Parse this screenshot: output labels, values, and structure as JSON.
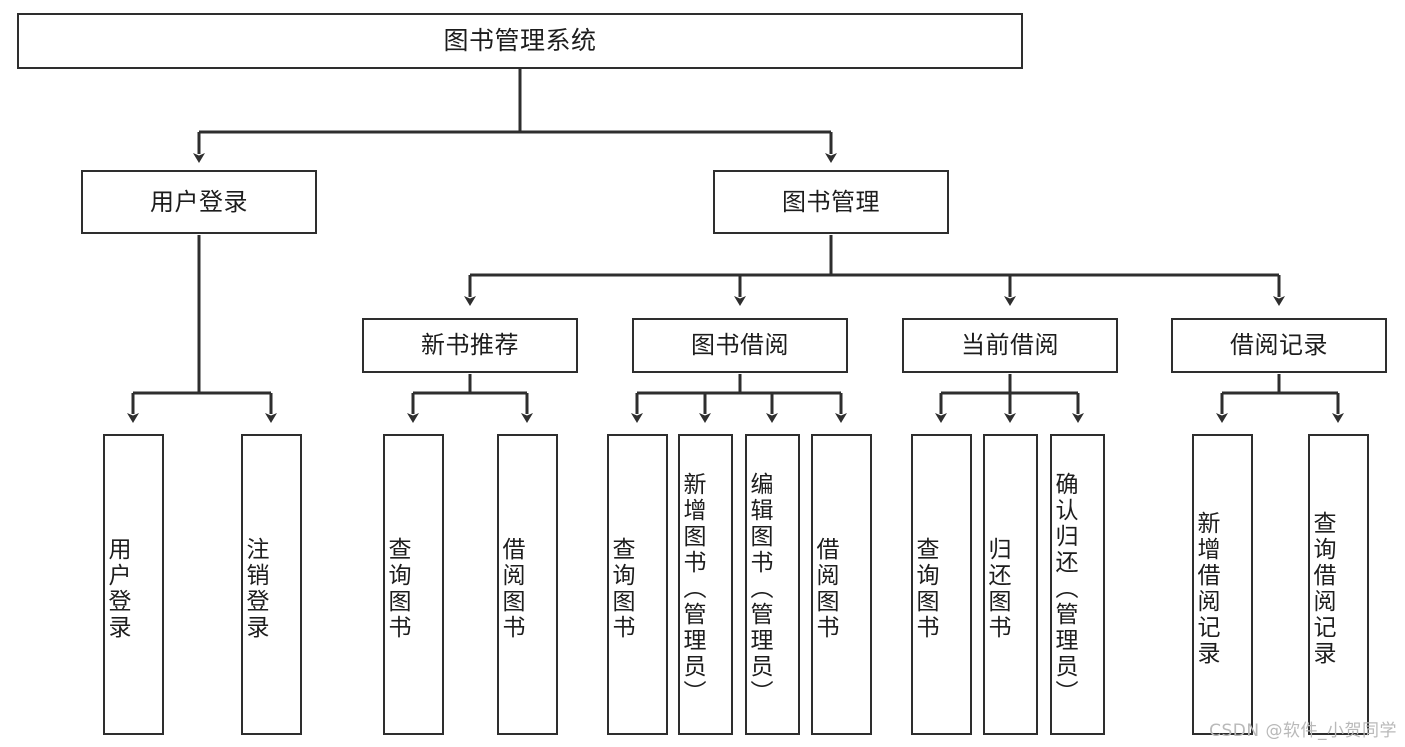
{
  "diagram": {
    "title": "图书管理系统",
    "type": "tree-hierarchy-diagram",
    "colors": {
      "box_border": "#2e2e2e",
      "connector": "#2e2e2e",
      "background": "#ffffff",
      "text": "#1d1d1d",
      "watermark": "#b9b9b9"
    },
    "root": {
      "label": "图书管理系统"
    },
    "level2": [
      {
        "label": "用户登录"
      },
      {
        "label": "图书管理"
      }
    ],
    "level3": [
      {
        "label": "新书推荐"
      },
      {
        "label": "图书借阅"
      },
      {
        "label": "当前借阅"
      },
      {
        "label": "借阅记录"
      }
    ],
    "leaves": {
      "user_login": [
        {
          "label": "用户登录"
        },
        {
          "label": "注销登录"
        }
      ],
      "new_book_recommend": [
        {
          "label": "查询图书"
        },
        {
          "label": "借阅图书"
        }
      ],
      "book_borrow": [
        {
          "label": "查询图书"
        },
        {
          "label": "新增图书（管理员）"
        },
        {
          "label": "编辑图书（管理员）"
        },
        {
          "label": "借阅图书"
        }
      ],
      "current_borrow": [
        {
          "label": "查询图书"
        },
        {
          "label": "归还图书"
        },
        {
          "label": "确认归还（管理员）"
        }
      ],
      "borrow_records": [
        {
          "label": "新增借阅记录"
        },
        {
          "label": "查询借阅记录"
        }
      ]
    }
  },
  "watermark": {
    "text": "CSDN @软件_小贺同学"
  }
}
